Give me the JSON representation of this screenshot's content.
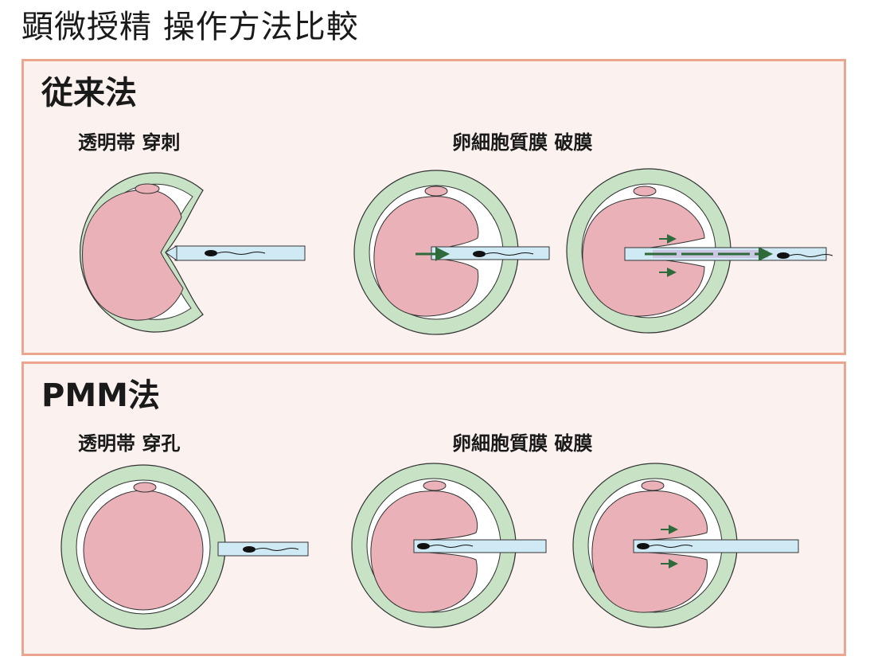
{
  "page_title": "顕微授精 操作方法比較",
  "conventional": {
    "title": "従来法",
    "step1_label": "透明帯 穿刺",
    "step2_label": "卵細胞質膜 破膜"
  },
  "pmm": {
    "title": "PMM法",
    "step1_label": "透明帯 穿孔",
    "step2_label": "卵細胞質膜 破膜"
  },
  "colors": {
    "zona": "#c7e2c5",
    "ooplasm": "#eab2b8",
    "pipette": "#cfeaf5",
    "panel_border": "#eea58f",
    "panel_bg": "#fbf2ef",
    "arrow": "#2f6b3a"
  }
}
